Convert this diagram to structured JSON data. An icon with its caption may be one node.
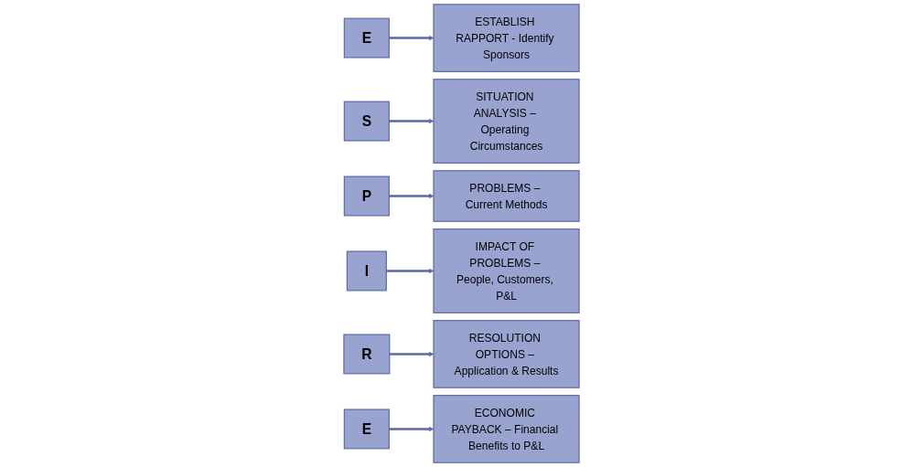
{
  "diagram": {
    "nodes": [
      {
        "text": [
          "E"
        ]
      },
      {
        "text": [
          "ESTABLISH RAPPORT - Identify Sponsors"
        ]
      },
      {
        "text": [
          "S"
        ]
      },
      {
        "text": [
          "SITUATION ANALYSIS – Operating Circumstances"
        ]
      },
      {
        "text": [
          "P"
        ]
      },
      {
        "text": [
          "PROBLEMS – Current Methods"
        ]
      },
      {
        "text": [
          "I"
        ]
      },
      {
        "text": [
          "IMPACT OF PROBLEMS – People, Customers, P&L"
        ]
      },
      {
        "text": [
          "R"
        ]
      },
      {
        "text": [
          "RESOLUTION OPTIONS – Application & Results"
        ]
      },
      {
        "text": [
          "E"
        ]
      },
      {
        "text": [
          "ECONOMIC PAYBACK – Financial Benefits to P&L"
        ]
      }
    ],
    "edges": [
      {
        "from": 0,
        "to": 1,
        "arrow": "to"
      },
      {
        "from": 2,
        "to": 3,
        "arrow": "to"
      },
      {
        "from": 4,
        "to": 5,
        "arrow": "to"
      },
      {
        "from": 6,
        "to": 7,
        "arrow": "to"
      },
      {
        "from": 8,
        "to": 9,
        "arrow": "to"
      },
      {
        "from": 10,
        "to": 11,
        "arrow": "to"
      }
    ]
  }
}
